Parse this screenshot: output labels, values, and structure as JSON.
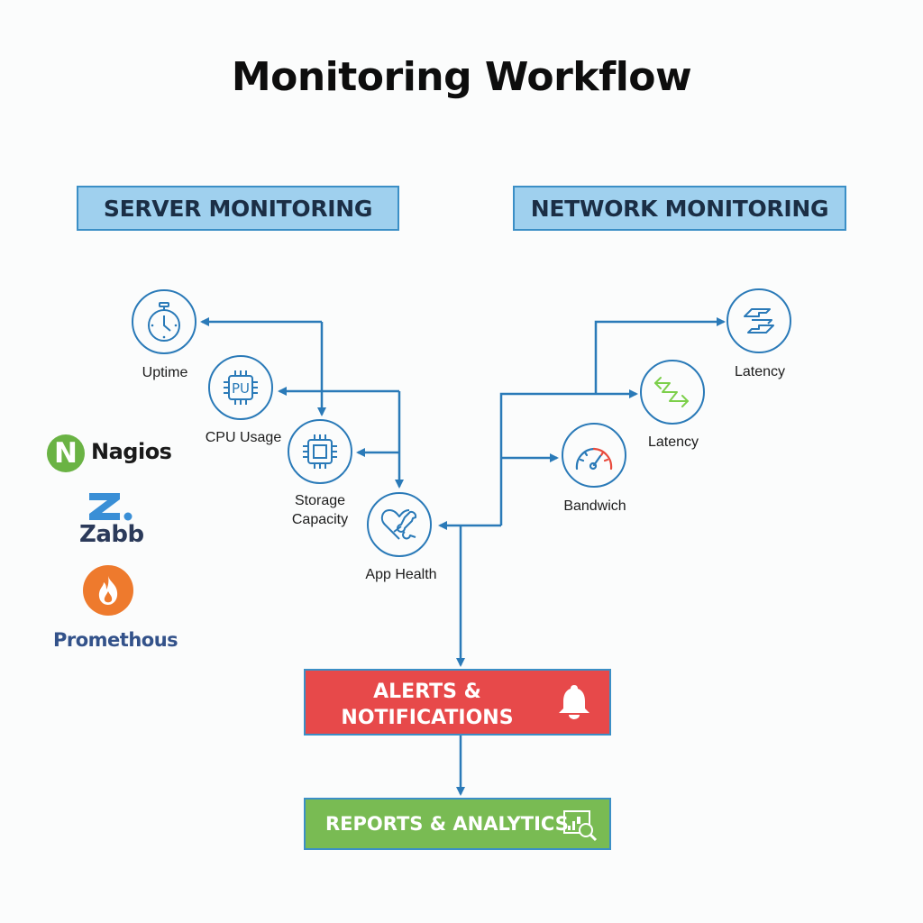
{
  "title": "Monitoring Workflow",
  "sections": {
    "server": {
      "label": "SERVER MONITORING"
    },
    "network": {
      "label": "NETWORK MONITORING"
    }
  },
  "server_nodes": [
    {
      "id": "uptime",
      "label": "Uptime",
      "icon": "stopwatch-icon"
    },
    {
      "id": "cpu",
      "label": "CPU Usage",
      "icon": "cpu-chip-icon",
      "icon_text": "PU"
    },
    {
      "id": "storage",
      "label": "Storage Capacity",
      "label_lines": [
        "Storage",
        "Capacity"
      ],
      "icon": "chip-icon"
    },
    {
      "id": "app-health",
      "label": "App Health",
      "icon": "heart-wrench-icon"
    }
  ],
  "network_nodes": [
    {
      "id": "latency-top",
      "label": "Latency",
      "icon": "network-exchange-icon"
    },
    {
      "id": "latency-mid",
      "label": "Latency",
      "icon": "zigzag-arrows-icon"
    },
    {
      "id": "bandwidth",
      "label": "Bandwich",
      "icon": "speedometer-icon"
    }
  ],
  "tools": [
    {
      "name": "Nagios",
      "badge_letter": "N",
      "color": "#6ab344"
    },
    {
      "name": "Zabb",
      "badge_letter": "Z.",
      "color": "#3a8fd6"
    },
    {
      "name": "Promethous",
      "icon": "flame-icon",
      "color": "#ee7a2d"
    }
  ],
  "alerts": {
    "line1": "ALERTS &",
    "line2": "NOTIFICATIONS",
    "icon": "bell-icon",
    "color": "#e7494a"
  },
  "reports": {
    "label": "REPORTS & ANALYTICS",
    "icon": "report-magnifier-icon",
    "color": "#79bb53"
  },
  "colors": {
    "connector": "#2a7ab8",
    "header_fill": "#9fd0ee",
    "header_text": "#1b2e45",
    "latency_accent": "#7ccf4a",
    "gauge_red": "#e84a3c"
  }
}
